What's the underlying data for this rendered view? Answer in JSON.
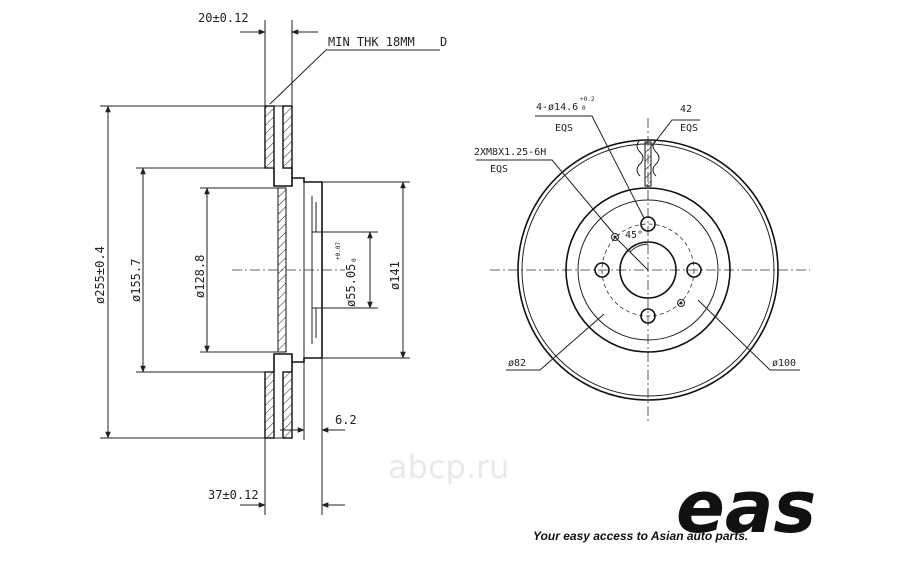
{
  "side_view": {
    "width_outer": "20±0.12",
    "min_thickness": "MIN THK 18MM",
    "min_thickness_symbol": "D",
    "outer_diameter": "ø255±0.4",
    "d155": "ø155.7",
    "d128": "ø128.8",
    "bore": "ø55.05",
    "bore_tol_upper": "+0.07",
    "bore_tol_lower": "0",
    "d141": "ø141",
    "hat_depth": "6.2",
    "total_height": "37±0.12"
  },
  "front_view": {
    "holes": "4-ø14.6",
    "holes_tol_upper": "+0.2",
    "holes_tol_lower": "0",
    "holes_note": "EQS",
    "vanes": "42",
    "vanes_note": "EQS",
    "thread": "2XM8X1.25-6H",
    "thread_note": "EQS",
    "angle": "45°",
    "pcd": "ø82",
    "hub_diameter": "ø100"
  },
  "watermark": {
    "text": "abcp.ru"
  },
  "brand": {
    "logo": "eas",
    "tagline": "Your easy access to Asian auto parts."
  }
}
